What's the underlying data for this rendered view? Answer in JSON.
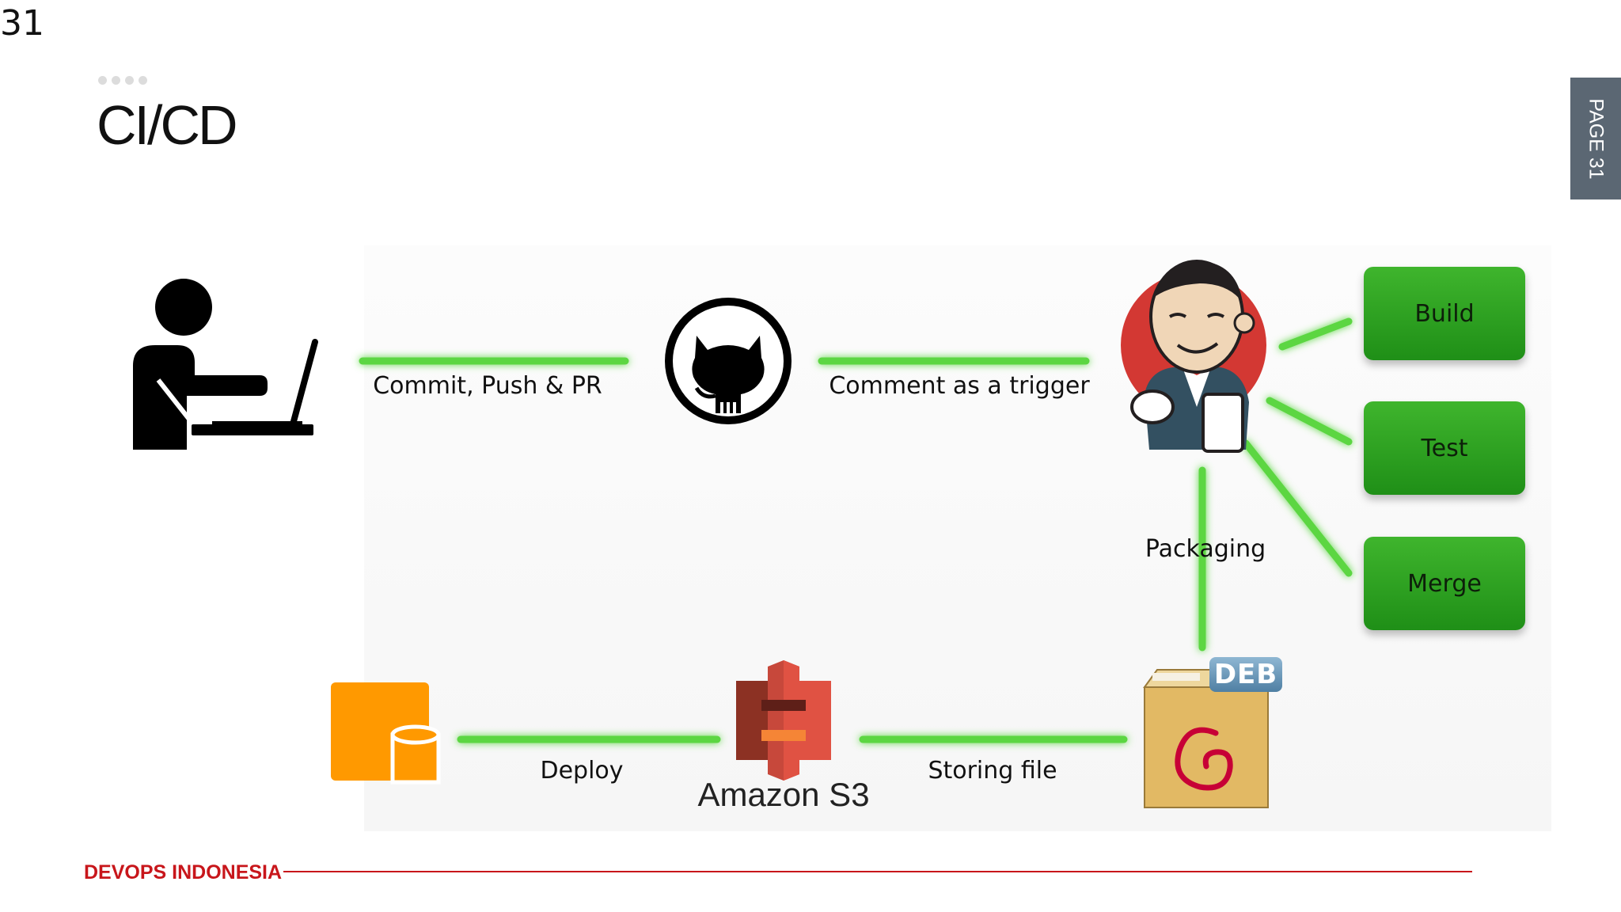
{
  "slide": {
    "number": "31",
    "title": "CI/CD",
    "page_tab": "PAGE 31",
    "footer_brand": "DEVOPS INDONESIA"
  },
  "colors": {
    "connector": "#5cd642",
    "task_box": "#2aa01f",
    "footer": "#c8161b",
    "page_tab": "#5b6773"
  },
  "nodes": {
    "developer": {
      "icon": "developer-laptop-icon"
    },
    "github": {
      "icon": "github-octocat-icon"
    },
    "jenkins": {
      "icon": "jenkins-butler-icon"
    },
    "deb": {
      "icon": "debian-package-icon",
      "badge": "DEB"
    },
    "s3": {
      "icon": "amazon-s3-icon",
      "caption": "Amazon S3"
    },
    "server": {
      "icon": "ec2-server-icon"
    }
  },
  "edges": {
    "commit": "Commit, Push & PR",
    "trigger": "Comment as a trigger",
    "packaging": "Packaging",
    "storing": "Storing file",
    "deploy": "Deploy"
  },
  "tasks": {
    "build": "Build",
    "test": "Test",
    "merge": "Merge"
  }
}
